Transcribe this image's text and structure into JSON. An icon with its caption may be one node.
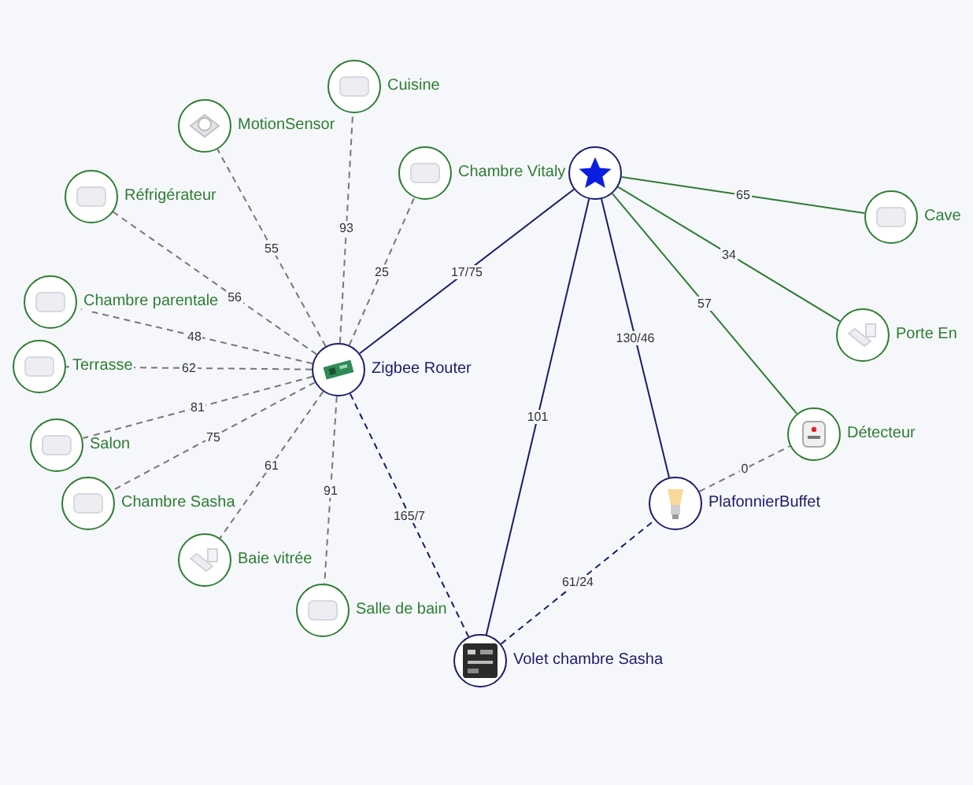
{
  "diagram": {
    "nodes": [
      {
        "text": [],
        "shape": "circle"
      },
      {
        "text": [
          "Zigbee Router"
        ]
      },
      {
        "text": [
          "Cuisine"
        ]
      },
      {
        "text": [
          "MotionSensor"
        ]
      },
      {
        "text": [
          "Chambre Vitaly"
        ]
      },
      {
        "text": [
          "Réfrigérateur"
        ]
      },
      {
        "text": [
          "Chambre parentale"
        ]
      },
      {
        "text": [
          "Terrasse"
        ]
      },
      {
        "text": [
          "Salon"
        ]
      },
      {
        "text": [
          "Chambre Sasha"
        ]
      },
      {
        "text": [
          "Baie vitrée"
        ]
      },
      {
        "text": [
          "Salle de bain"
        ]
      },
      {
        "text": [
          "Volet chambre Sasha"
        ]
      },
      {
        "text": [
          "PlafonnierBuffet"
        ]
      },
      {
        "text": [
          "Détecteur"
        ]
      },
      {
        "text": [
          "Cave"
        ]
      },
      {
        "text": [
          "Porte En"
        ]
      }
    ],
    "edges": [
      {
        "from": 1,
        "to": 2,
        "arrow": "none",
        "label": "93",
        "style": "dashed"
      },
      {
        "from": 1,
        "to": 3,
        "arrow": "none",
        "label": "55",
        "style": "dashed"
      },
      {
        "from": 1,
        "to": 4,
        "arrow": "none",
        "label": "25",
        "style": "dashed"
      },
      {
        "from": 1,
        "to": 5,
        "arrow": "none",
        "label": "56",
        "style": "dashed"
      },
      {
        "from": 1,
        "to": 6,
        "arrow": "none",
        "label": "48",
        "style": "dashed"
      },
      {
        "from": 1,
        "to": 7,
        "arrow": "none",
        "label": "62",
        "style": "dashed"
      },
      {
        "from": 1,
        "to": 8,
        "arrow": "none",
        "label": "81",
        "style": "dashed"
      },
      {
        "from": 1,
        "to": 9,
        "arrow": "none",
        "label": "75",
        "style": "dashed"
      },
      {
        "from": 1,
        "to": 10,
        "arrow": "none",
        "label": "61",
        "style": "dashed"
      },
      {
        "from": 1,
        "to": 11,
        "arrow": "none",
        "label": "91",
        "style": "dashed"
      },
      {
        "from": 1,
        "to": 12,
        "arrow": "none",
        "label": "165/7",
        "style": "dashed",
        "color": "#1b1b6b"
      },
      {
        "from": 0,
        "to": 1,
        "arrow": "none",
        "label": "17/75",
        "color": "#1b1b6b"
      },
      {
        "from": 0,
        "to": 12,
        "arrow": "none",
        "label": "101",
        "color": "#1b1b6b"
      },
      {
        "from": 0,
        "to": 13,
        "arrow": "none",
        "label": "130/46",
        "color": "#1b1b6b"
      },
      {
        "from": 0,
        "to": 15,
        "arrow": "none",
        "label": "65",
        "color": "#2e7d32"
      },
      {
        "from": 0,
        "to": 16,
        "arrow": "none",
        "label": "34",
        "color": "#2e7d32"
      },
      {
        "from": 0,
        "to": 14,
        "arrow": "none",
        "label": "57",
        "color": "#2e7d32"
      },
      {
        "from": 13,
        "to": 14,
        "arrow": "none",
        "label": "0",
        "style": "dashed"
      },
      {
        "from": 12,
        "to": 13,
        "arrow": "none",
        "label": "61/24",
        "style": "dashed",
        "color": "#1b1b6b"
      }
    ]
  }
}
